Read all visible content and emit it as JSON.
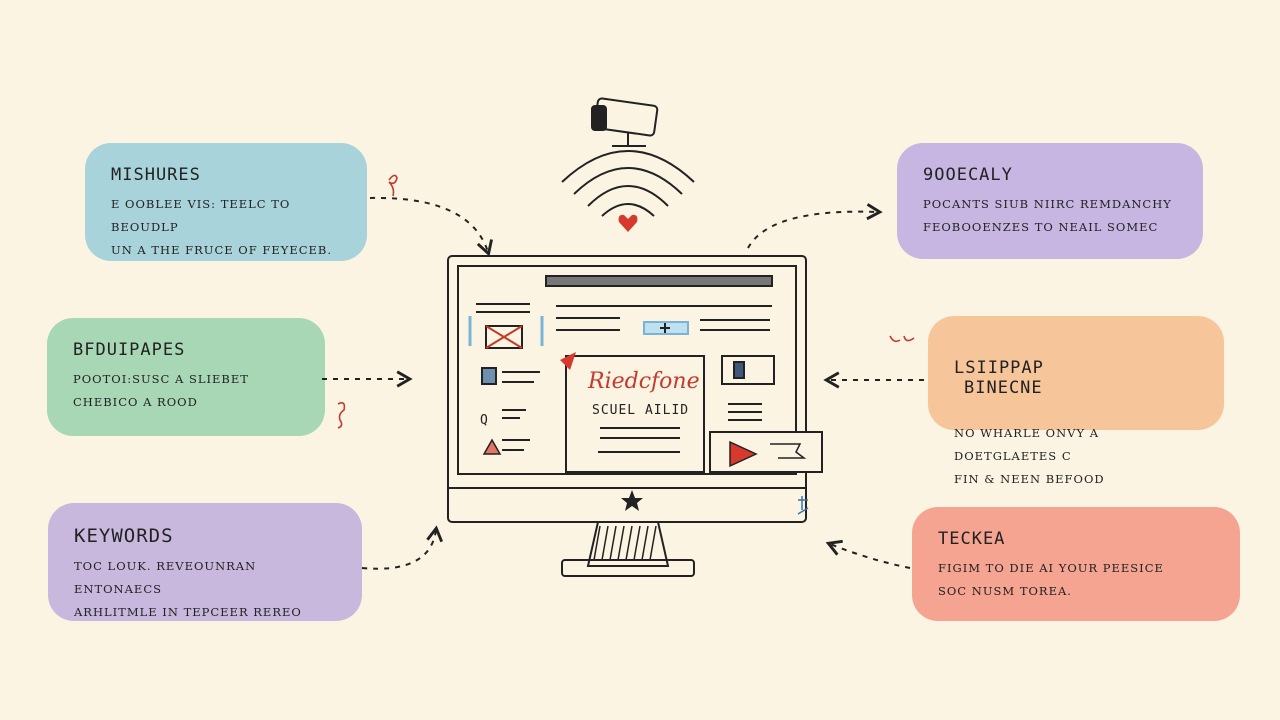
{
  "cards": {
    "mishures": {
      "title": "MISHURES",
      "lines": [
        "E OOBLEE VIS: TEELC TO BEOUDLP",
        "UN A THE FRUCE OF FEYECEB."
      ]
    },
    "bfduipapes": {
      "title": "BFDUIPAPES",
      "lines": [
        "POOTOI:SUSC A SLIEBET",
        "CHEBICO A ROOD"
      ]
    },
    "keywords": {
      "title": "KEYWORDS",
      "lines": [
        "TOC LOUK. REVEOUNRAN ENTONAECS",
        "ARHLITMLE IN TEPCEER REREO"
      ]
    },
    "oecaly": {
      "title": "9OOECALY",
      "lines": [
        "POCANTS SIUB NIIRC REMDANCHY",
        "FEOBOOENZES TO NEAIL SOMEC"
      ]
    },
    "lsiippap": {
      "title": "LSIIPPAP",
      "title2": "BINECNE",
      "lines": [
        "NO WHARLE ONVY A DOETGLAETES C",
        "FIN & NEEN BEFOOD"
      ]
    },
    "teckea": {
      "title": "TECKEA",
      "lines": [
        "FIGIM TO DIE AI YOUR PEESICE",
        "SOC NUSM TOREA."
      ]
    }
  },
  "monitor": {
    "handwritten_label": "Riedcfone",
    "panel_label": "SCUEL AILID"
  },
  "colors": {
    "background": "#fbf4e3",
    "accent_red": "#c53a2d",
    "card_blue": "#a9d3da",
    "card_green": "#a8d7b6",
    "card_purple": "#c9b8dd",
    "card_lavender": "#c7b6e1",
    "card_orange": "#f7c59a",
    "card_salmon": "#f4a491"
  },
  "icons": [
    "camera-icon",
    "wifi-signal-icon",
    "heart-icon",
    "star-icon",
    "image-icon",
    "warning-icon",
    "play-icon"
  ]
}
